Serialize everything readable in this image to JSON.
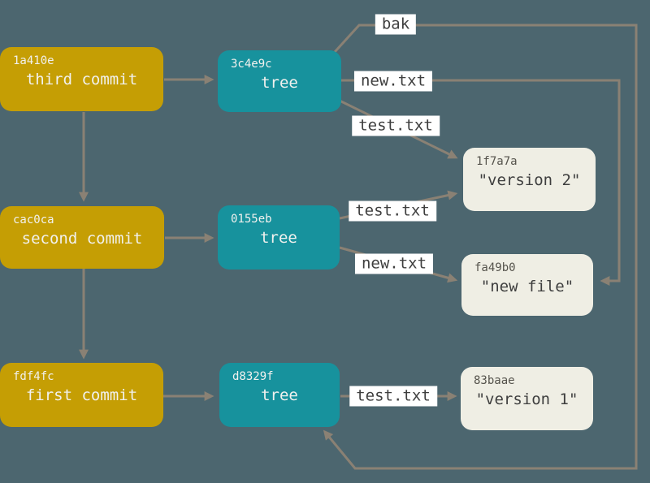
{
  "diagram": {
    "commits": [
      {
        "hash": "1a410e",
        "label": "third commit"
      },
      {
        "hash": "cac0ca",
        "label": "second commit"
      },
      {
        "hash": "fdf4fc",
        "label": "first commit"
      }
    ],
    "trees": [
      {
        "hash": "3c4e9c",
        "label": "tree"
      },
      {
        "hash": "0155eb",
        "label": "tree"
      },
      {
        "hash": "d8329f",
        "label": "tree"
      }
    ],
    "blobs": [
      {
        "hash": "1f7a7a",
        "label": "\"version 2\""
      },
      {
        "hash": "fa49b0",
        "label": "\"new file\""
      },
      {
        "hash": "83baae",
        "label": "\"version 1\""
      }
    ],
    "edge_labels": [
      {
        "label": "bak"
      },
      {
        "label": "new.txt"
      },
      {
        "label": "test.txt"
      },
      {
        "label": "test.txt"
      },
      {
        "label": "new.txt"
      },
      {
        "label": "test.txt"
      }
    ],
    "colors": {
      "background": "#4C666F",
      "commit": "#C59E04",
      "tree": "#17929D",
      "blob": "#EFEEE4",
      "edge": "#8A8174",
      "label_bg": "#FFFFFF",
      "dark_text": "#3E3E3E",
      "light_text": "#F1F1EE"
    }
  }
}
